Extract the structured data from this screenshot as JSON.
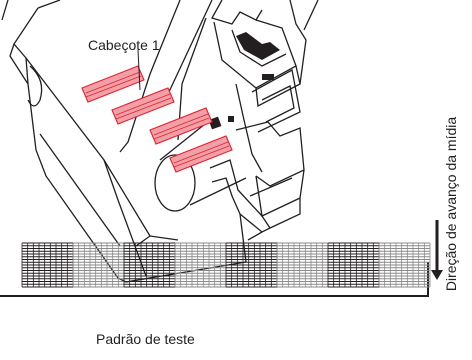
{
  "labels": {
    "print_head": "Cabeçote 1",
    "caption": "Padrão de teste",
    "feed_direction": "Direção de avanço da mídia"
  },
  "pattern": {
    "blocks": [
      {
        "tone": "dark"
      },
      {
        "tone": "light"
      },
      {
        "tone": "dark"
      },
      {
        "tone": "light"
      },
      {
        "tone": "dark"
      },
      {
        "tone": "light"
      },
      {
        "tone": "dark"
      },
      {
        "tone": "light"
      }
    ]
  },
  "colors": {
    "line": "#231f20",
    "highlight_fill": "#f0a0a8",
    "highlight_stroke": "#e8202a",
    "pattern_dark": "#231f20",
    "pattern_light": "#8a8a8a"
  }
}
